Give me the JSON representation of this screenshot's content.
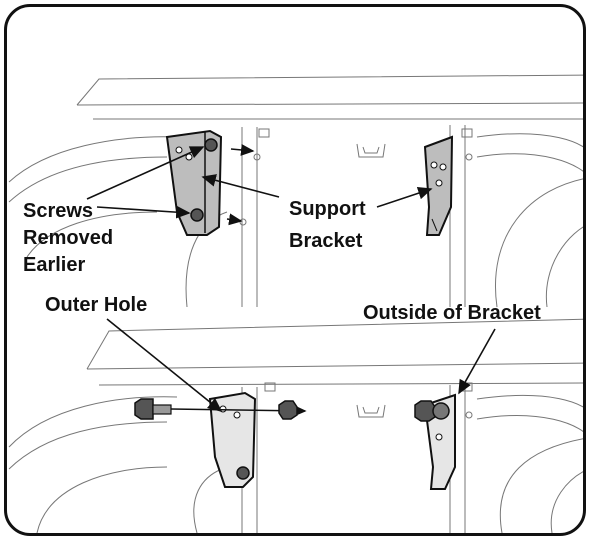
{
  "labels": {
    "screws_line1": "Screws",
    "screws_line2": "Removed",
    "screws_line3": "Earlier",
    "support_line1": "Support",
    "support_line2": "Bracket",
    "outer_hole": "Outer Hole",
    "outside_of_bracket": "Outside of Bracket"
  },
  "colors": {
    "outline": "#111111",
    "line_art": "#777777",
    "bracket_fill": "#bdbdbd",
    "background": "#ffffff"
  }
}
